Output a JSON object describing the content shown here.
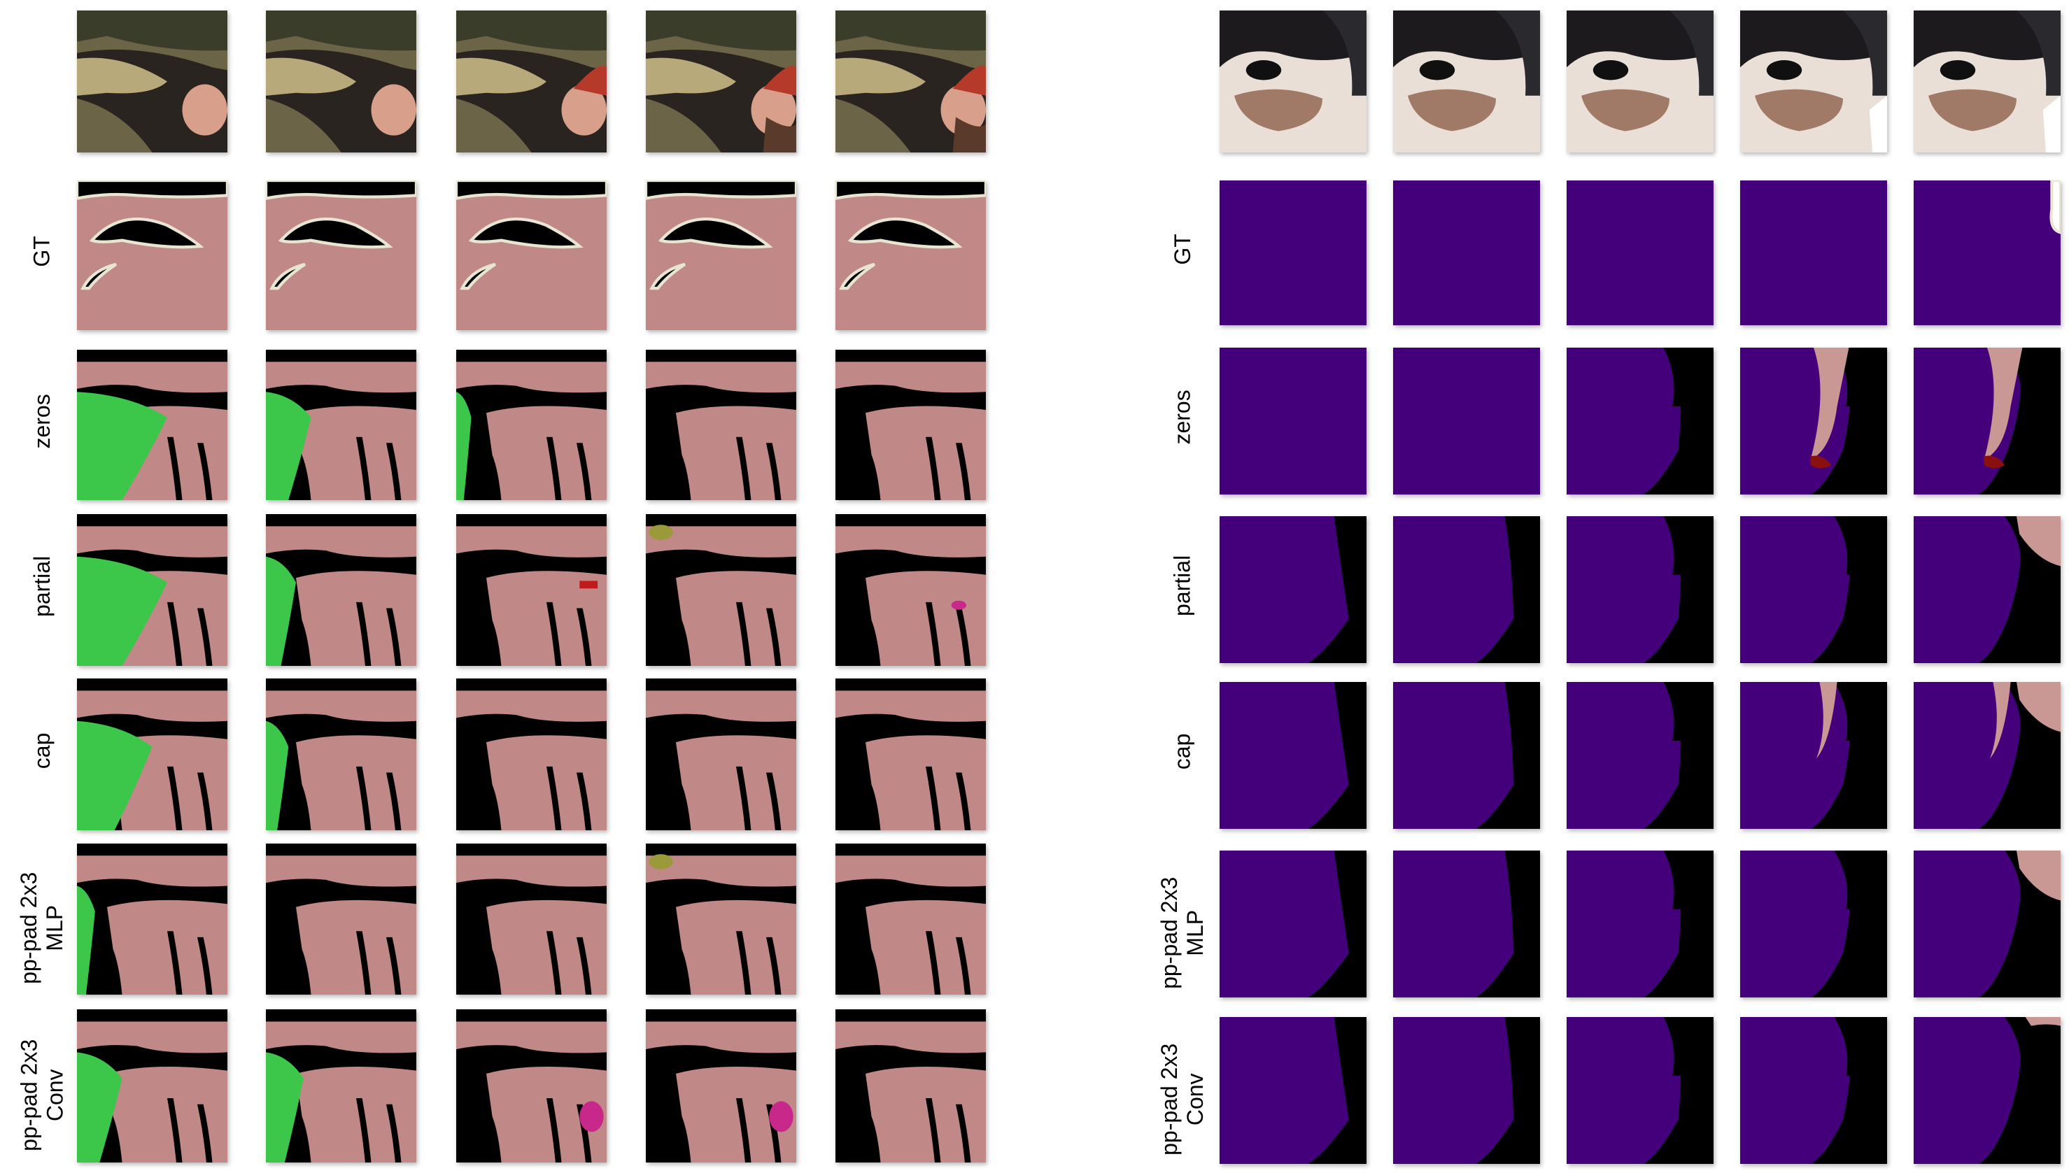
{
  "figure": {
    "panels": [
      {
        "name": "left-panel",
        "row_labels": [
          "",
          "GT",
          "zeros",
          "partial",
          "cap",
          "pp-pad 2x3\nMLP",
          "pp-pad 2x3\nConv"
        ],
        "colors": {
          "background": "#000000",
          "person": "#c18888",
          "green": "#3cc64a",
          "red": "#c01a1a",
          "olive": "#9a9a3a",
          "magenta": "#c8288a",
          "boundary": "#e8e6d2"
        }
      },
      {
        "name": "right-panel",
        "row_labels": [
          "",
          "GT",
          "zeros",
          "partial",
          "cap",
          "pp-pad 2x3\nMLP",
          "pp-pad 2x3\nConv"
        ],
        "colors": {
          "background": "#000000",
          "class": "#44007a",
          "pink": "#c99894",
          "red": "#8a1010",
          "boundary": "#e8e6d2"
        }
      }
    ]
  }
}
